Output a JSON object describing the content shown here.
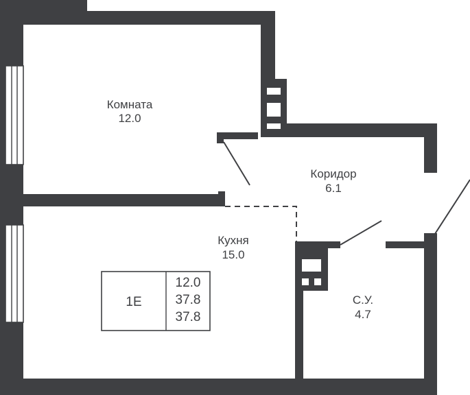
{
  "rooms": {
    "room": {
      "name": "Комната",
      "area": "12.0"
    },
    "corridor": {
      "name": "Коридор",
      "area": "6.1"
    },
    "kitchen": {
      "name": "Кухня",
      "area": "15.0"
    },
    "bathroom": {
      "name": "С.У.",
      "area": "4.7"
    }
  },
  "info_box": {
    "type": "1E",
    "living_area": "12.0",
    "total_area": "37.8",
    "total_area_2": "37.8"
  },
  "colors": {
    "wall": "#3f4043",
    "background": "#ffffff"
  }
}
